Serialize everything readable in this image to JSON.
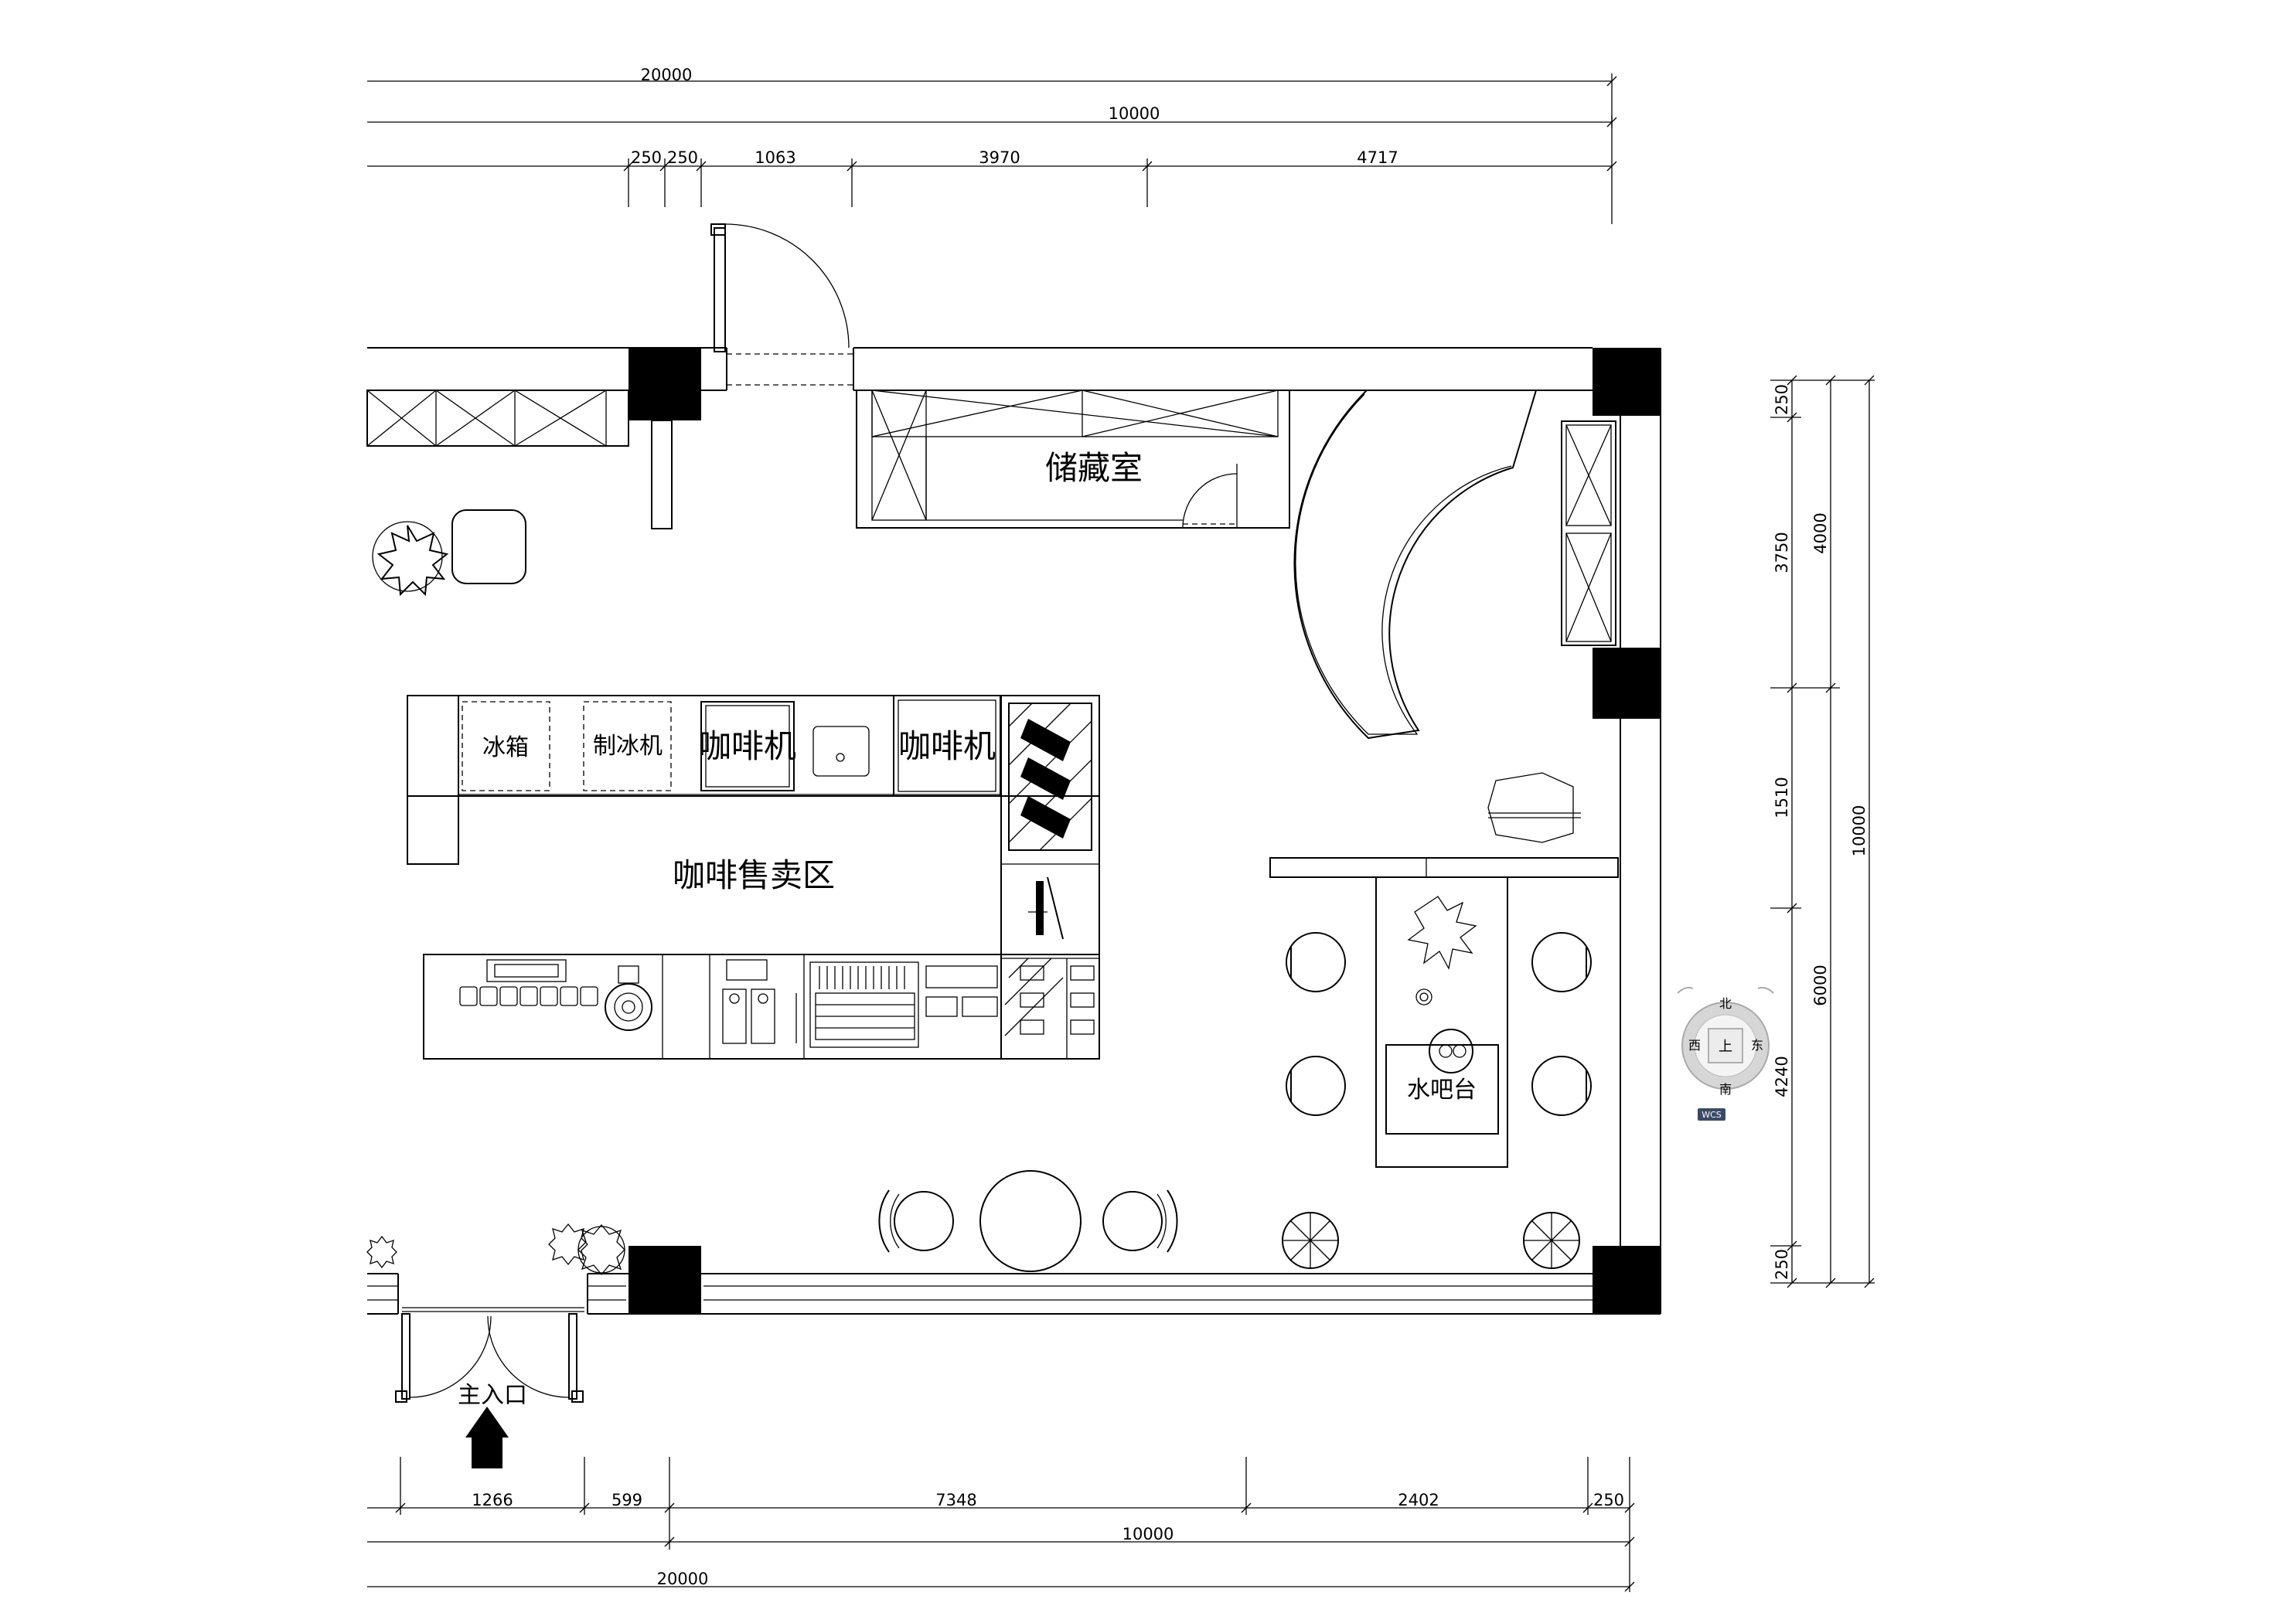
{
  "dimensions": {
    "top_total": "20000",
    "top_inner": "10000",
    "top_segments": [
      "250",
      "250",
      "1063",
      "3970",
      "4717"
    ],
    "right_outer": "10000",
    "right_mid": [
      "4000",
      "6000"
    ],
    "right_segments": [
      "250",
      "3750",
      "1510",
      "4240",
      "250"
    ],
    "bottom_segments": [
      "1266",
      "599",
      "7348",
      "2402",
      "250"
    ],
    "bottom_inner": "10000",
    "bottom_total": "20000"
  },
  "rooms": {
    "storage": "储藏室",
    "fridge": "冰箱",
    "ice_maker": "制冰机",
    "coffee_machine_1": "咖啡机",
    "coffee_machine_2": "咖啡机",
    "coffee_sales_area": "咖啡售卖区",
    "water_bar": "水吧台",
    "main_entrance": "主入口"
  },
  "viewcube": {
    "north": "北",
    "south": "南",
    "east": "东",
    "west": "西",
    "top_face": "上",
    "wcs": "WCS"
  }
}
